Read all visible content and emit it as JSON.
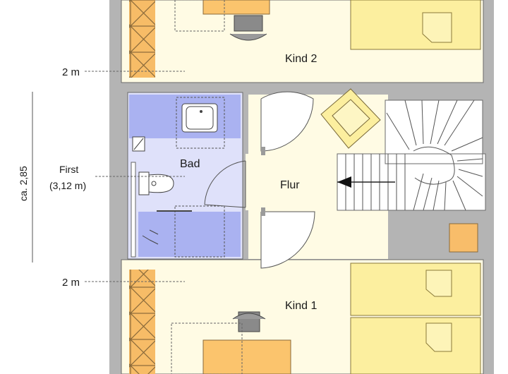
{
  "rooms": {
    "kind2": "Kind 2",
    "kind1": "Kind 1",
    "bad": "Bad",
    "flur": "Flur"
  },
  "dimensions": {
    "top_2m": "2 m",
    "bottom_2m": "2 m",
    "first_label": "First",
    "first_value": "(3,12 m)",
    "height": "ca. 2,85"
  },
  "colors": {
    "wall": "#b4b4b4",
    "floor": "#fffbe4",
    "bathroom": "#c9ccf5",
    "bath_fixture": "#aab2f1",
    "furniture_yellow": "#fcef9f",
    "furniture_orange": "#fbc46d",
    "storage": "#f8bd6a",
    "stair": "#ffffff"
  }
}
